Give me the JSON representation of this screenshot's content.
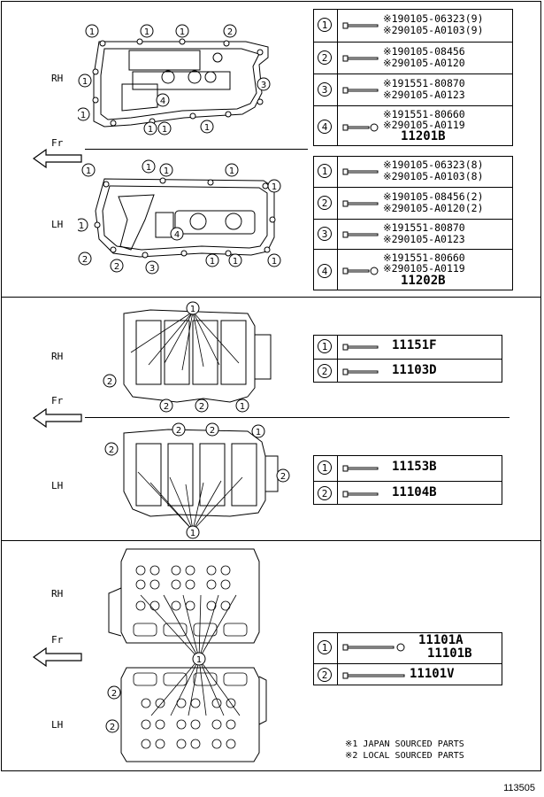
{
  "section1": {
    "rh_label": "RH",
    "lh_label": "LH",
    "fr_label": "Fr",
    "rh_parts": [
      {
        "num": "1",
        "lines": [
          "※190105-06323(9)",
          "※290105-A0103(9)"
        ]
      },
      {
        "num": "2",
        "lines": [
          "※190105-08456",
          "※290105-A0120"
        ]
      },
      {
        "num": "3",
        "lines": [
          "※191551-80870",
          "※290105-A0123"
        ]
      },
      {
        "num": "4",
        "lines": [
          "※191551-80660",
          "※290105-A0119"
        ],
        "bold": "11201B"
      }
    ],
    "lh_parts": [
      {
        "num": "1",
        "lines": [
          "※190105-06323(8)",
          "※290105-A0103(8)"
        ]
      },
      {
        "num": "2",
        "lines": [
          "※190105-08456(2)",
          "※290105-A0120(2)"
        ]
      },
      {
        "num": "3",
        "lines": [
          "※191551-80870",
          "※290105-A0123"
        ]
      },
      {
        "num": "4",
        "lines": [
          "※191551-80660",
          "※290105-A0119"
        ],
        "bold": "11202B"
      }
    ]
  },
  "section2": {
    "rh_label": "RH",
    "lh_label": "LH",
    "fr_label": "Fr",
    "rh_parts": [
      {
        "num": "1",
        "code": "11151F"
      },
      {
        "num": "2",
        "code": "11103D"
      }
    ],
    "lh_parts": [
      {
        "num": "1",
        "code": "11153B"
      },
      {
        "num": "2",
        "code": "11104B"
      }
    ]
  },
  "section3": {
    "rh_label": "RH",
    "lh_label": "LH",
    "fr_label": "Fr",
    "parts": [
      {
        "num": "1",
        "code1": "11101A",
        "code2": "11101B"
      },
      {
        "num": "2",
        "code": "11101V"
      }
    ],
    "footnote1": "※1 JAPAN SOURCED PARTS",
    "footnote2": "※2 LOCAL SOURCED PARTS"
  },
  "image_id": "113505",
  "callouts": {
    "one": "1",
    "two": "2",
    "three": "3",
    "four": "4"
  }
}
